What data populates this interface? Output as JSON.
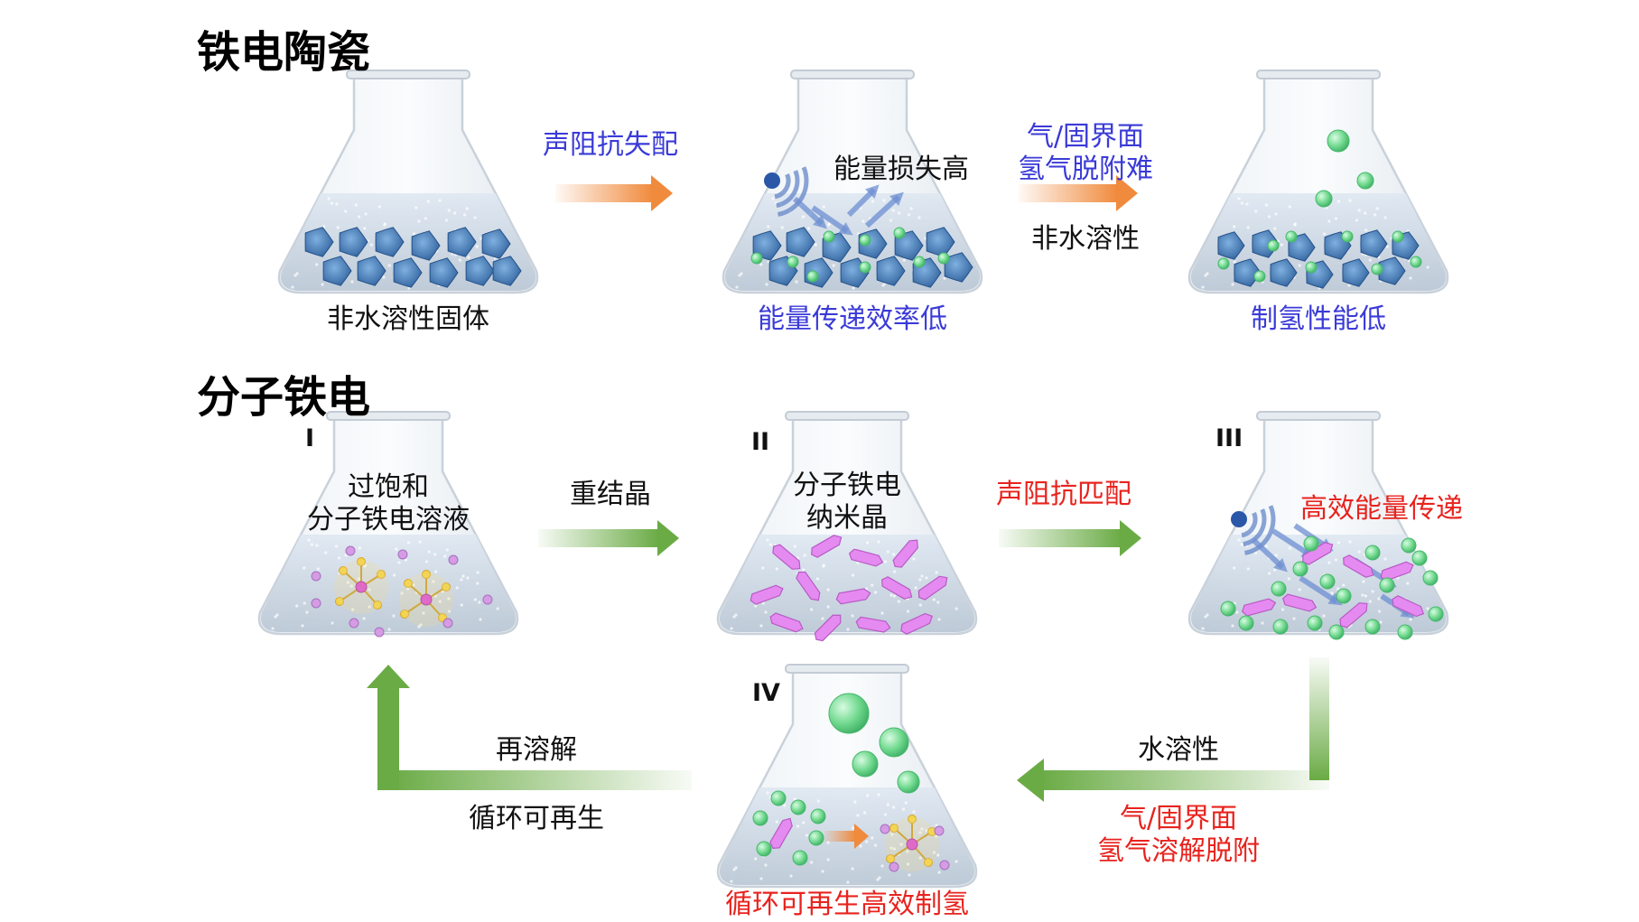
{
  "colors": {
    "blue": "#3a3ad8",
    "red": "#e8231e",
    "black": "#1a1a1a",
    "orange_arrow": "#f08a3c",
    "green_arrow": "#6aab45",
    "crystal_blue": "#3d7bc2",
    "bubble_green": "#6fd88d",
    "crystal_pink": "#e07ee8"
  },
  "section1": {
    "title": "铁电陶瓷",
    "flask1_caption": "非水溶性固体",
    "arrow1_label": "声阻抗失配",
    "flask2_inner_label": "能量损失高",
    "flask2_caption": "能量传递效率低",
    "arrow2_label_line1": "气/固界面",
    "arrow2_label_line2": "氢气脱附难",
    "arrow2_sublabel": "非水溶性",
    "flask3_caption": "制氢性能低"
  },
  "section2": {
    "title": "分子铁电",
    "flask1_numeral": "I",
    "flask1_label_line1": "过饱和",
    "flask1_label_line2": "分子铁电溶液",
    "arrow1_label": "重结晶",
    "flask2_numeral": "II",
    "flask2_label_line1": "分子铁电",
    "flask2_label_line2": "纳米晶",
    "arrow2_label": "声阻抗匹配",
    "flask3_numeral": "III",
    "flask3_label": "高效能量传递",
    "return_label": "水溶性",
    "return_sub_line1": "气/固界面",
    "return_sub_line2": "氢气溶解脱附",
    "flask4_numeral": "IV",
    "flask4_caption": "循环可再生高效制氢",
    "loop_label1": "再溶解",
    "loop_label2": "循环可再生"
  }
}
